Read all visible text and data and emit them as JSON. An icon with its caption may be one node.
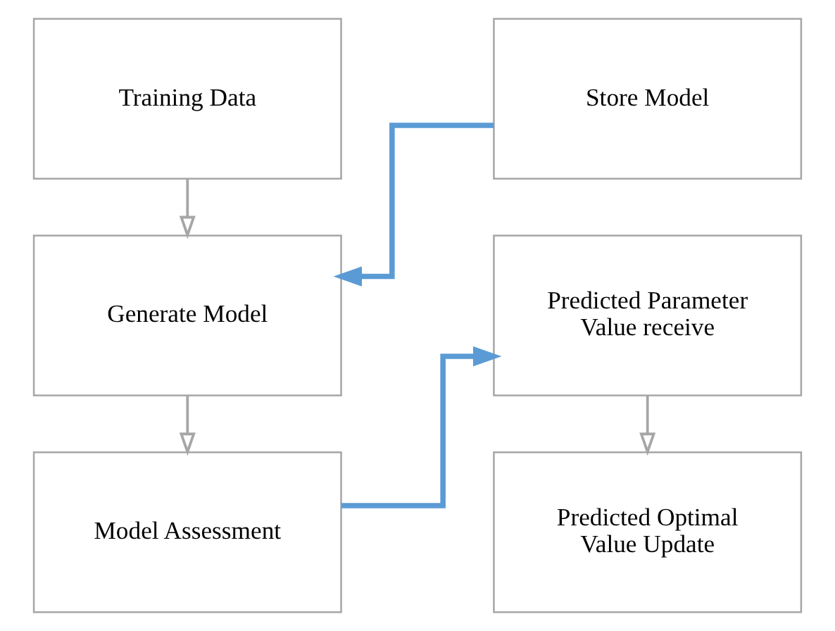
{
  "diagram": {
    "nodes": [
      {
        "text": [
          "Training Data"
        ]
      },
      {
        "text": [
          "Generate Model"
        ]
      },
      {
        "text": [
          "Model Assessment"
        ]
      },
      {
        "text": [
          "Store Model"
        ]
      },
      {
        "text": [
          "Predicted Parameter Value receive"
        ]
      },
      {
        "text": [
          "Predicted Optimal Value Update"
        ]
      }
    ],
    "edges": [
      {
        "from": 0,
        "to": 1,
        "arrow": "to"
      },
      {
        "from": 1,
        "to": 2,
        "arrow": "to"
      },
      {
        "from": 3,
        "to": 1,
        "arrow": "to",
        "style": "thick",
        "color": "#5b9bd5"
      },
      {
        "from": 2,
        "to": 4,
        "arrow": "to",
        "style": "thick",
        "color": "#5b9bd5"
      },
      {
        "from": 4,
        "to": 5,
        "arrow": "to"
      }
    ]
  }
}
